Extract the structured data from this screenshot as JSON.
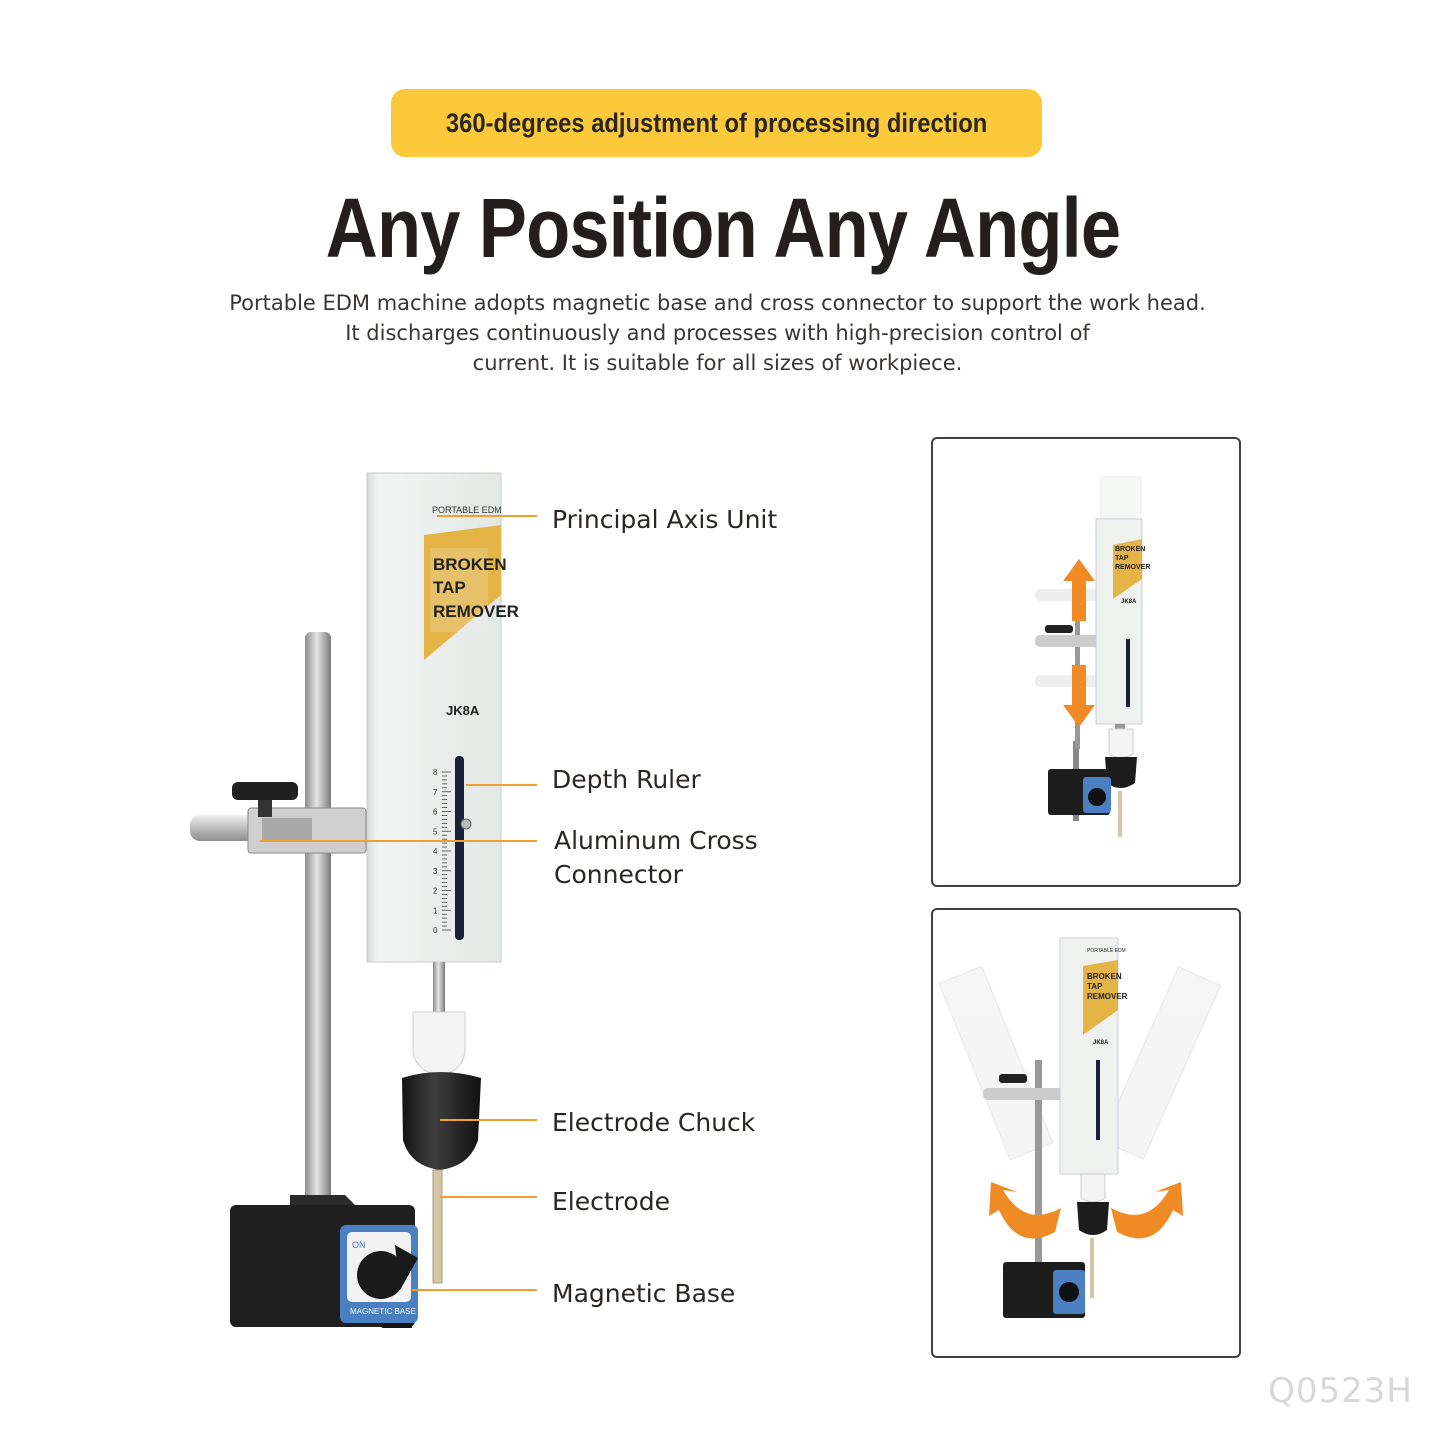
{
  "banner": {
    "text": "360-degrees adjustment of processing direction"
  },
  "headline": "Any Position Any Angle",
  "description": [
    "Portable EDM machine adopts magnetic base and cross connector to support the work head.",
    "It discharges continuously and processes with high-precision control of",
    "current. It is suitable for all sizes of workpiece."
  ],
  "device": {
    "brand": "PORTABLE EDM",
    "product_lines": [
      "BROKEN",
      "TAP",
      "REMOVER"
    ],
    "model": "JK8A",
    "ruler_ticks": [
      "8",
      "7",
      "6",
      "5",
      "4",
      "3",
      "2",
      "1",
      "0"
    ],
    "base_label": "MAGNETIC BASE",
    "knob_label": "ON"
  },
  "callouts": {
    "principal_axis": "Principal Axis Unit",
    "depth_ruler": "Depth Ruler",
    "cross_connector_line1": "Aluminum Cross",
    "cross_connector_line2": "Connector",
    "electrode_chuck": "Electrode Chuck",
    "electrode": "Electrode",
    "magnetic_base": "Magnetic Base"
  },
  "colors": {
    "accent": "#fcc93a",
    "leader": "#f0a030",
    "arrow": "#f08a24",
    "text": "#231f1e"
  },
  "watermark": "Q0523H"
}
